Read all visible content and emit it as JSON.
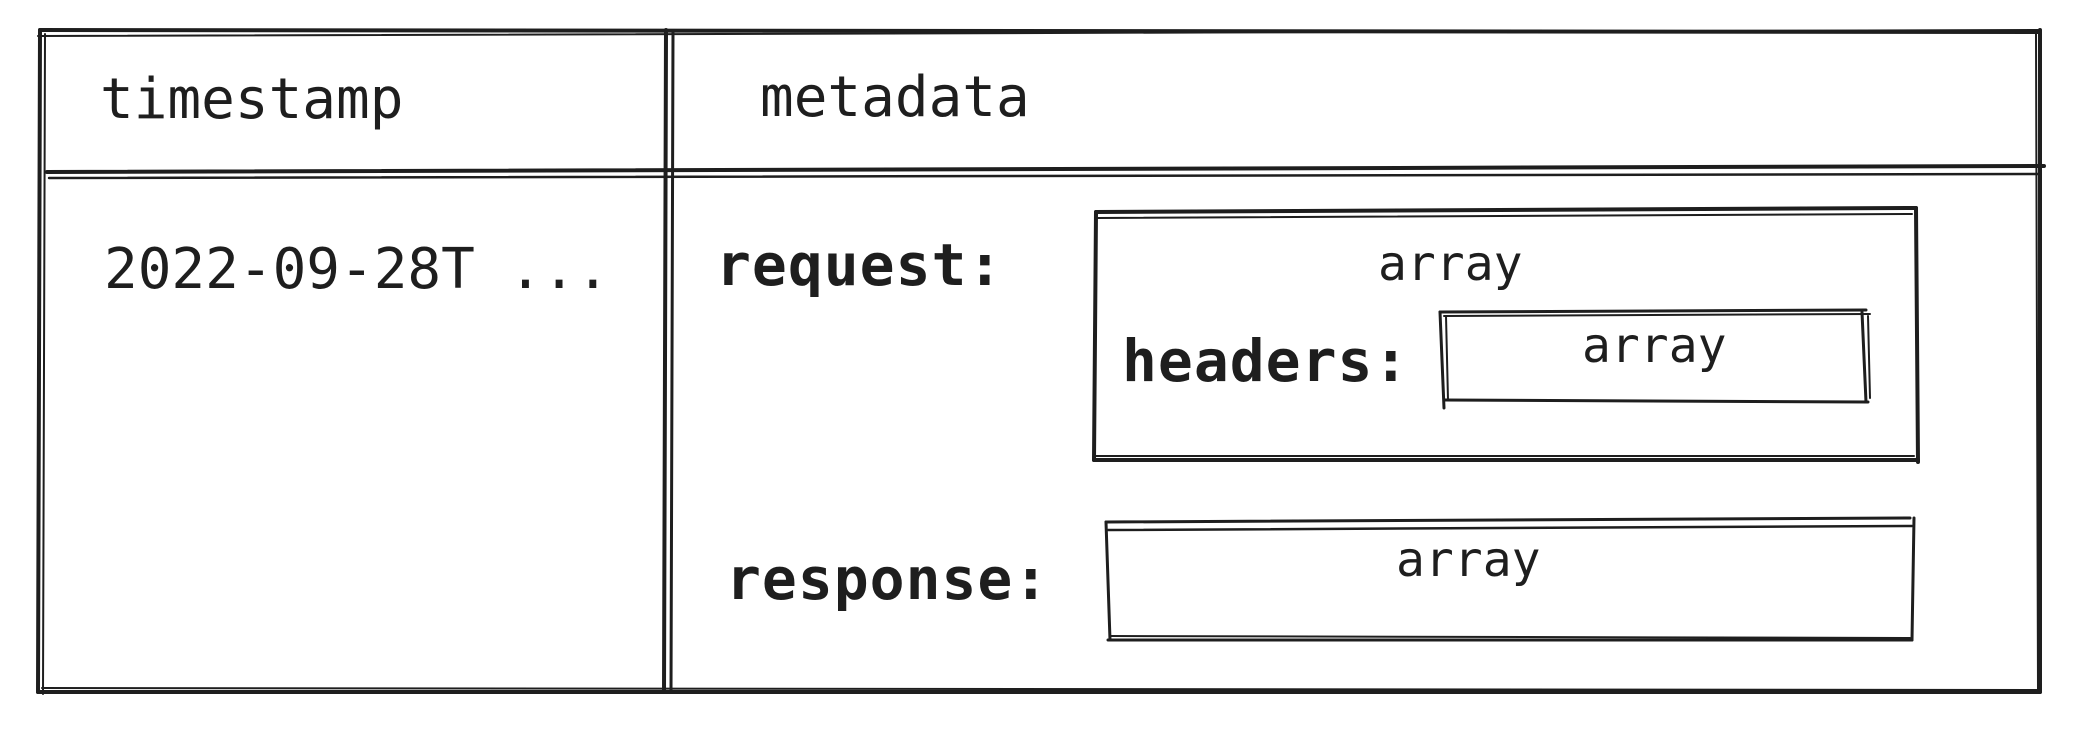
{
  "table": {
    "columns": [
      "timestamp",
      "metadata"
    ],
    "row": {
      "timestamp": "2022-09-28T ...",
      "metadata": {
        "request": {
          "key": "request:",
          "type": "array",
          "headers": {
            "key": "headers:",
            "type": "array"
          }
        },
        "response": {
          "key": "response:",
          "type": "array"
        }
      }
    }
  },
  "colors": {
    "stroke": "#1e1e1e",
    "background": "#ffffff"
  }
}
